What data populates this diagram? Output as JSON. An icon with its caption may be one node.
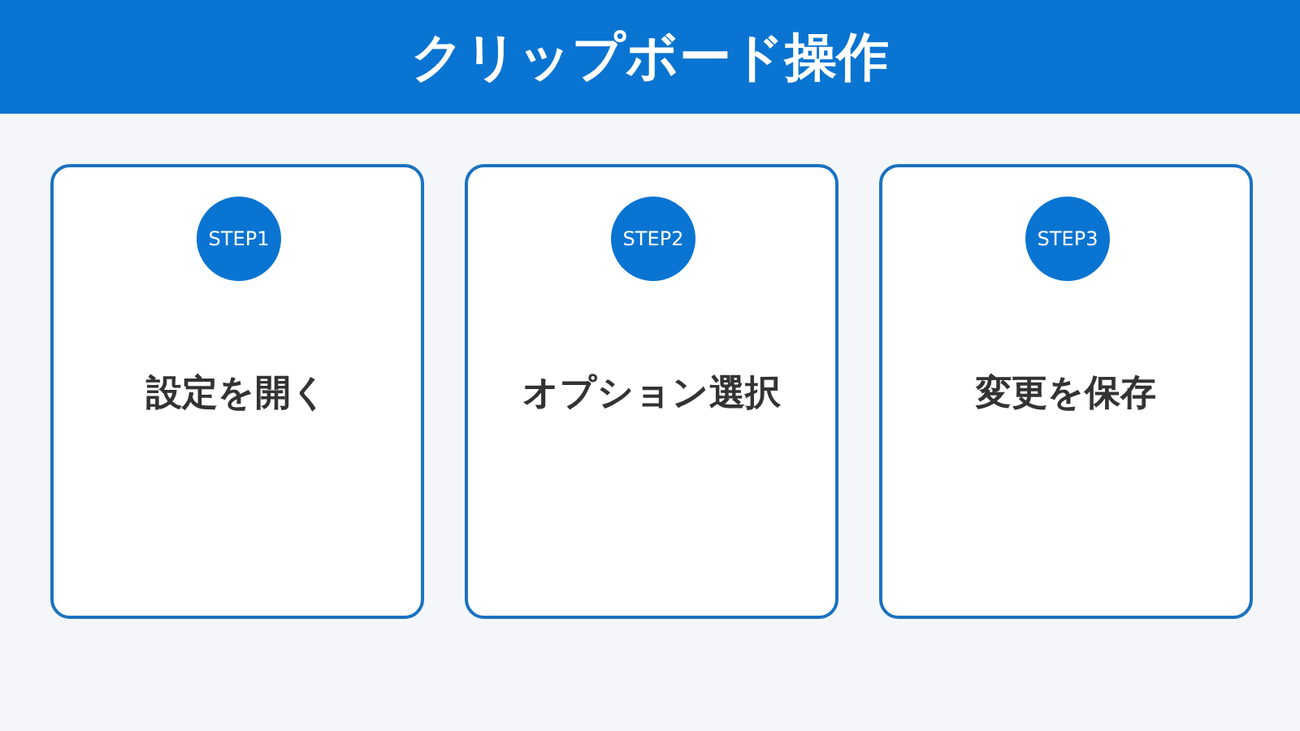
{
  "diagram": {
    "title": "クリップボード操作",
    "nodes": [
      {
        "text": [
          "設定を開く"
        ]
      },
      {
        "text": [
          "STEP1"
        ],
        "in": 0
      },
      {
        "text": [
          "オプション選択"
        ]
      },
      {
        "text": [
          "STEP2"
        ],
        "in": 2
      },
      {
        "text": [
          "変更を保存"
        ]
      },
      {
        "text": [
          "STEP3"
        ],
        "in": 4
      }
    ],
    "edges": []
  }
}
